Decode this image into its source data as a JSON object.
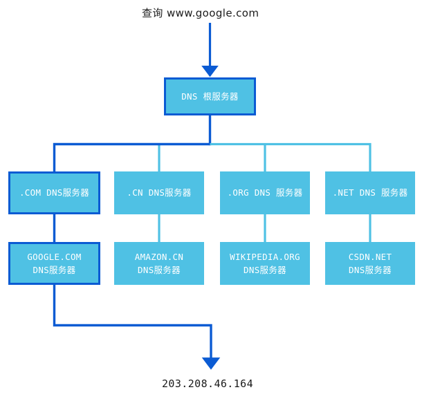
{
  "diagram": {
    "title_query": "查询 www.google.com",
    "result_ip": "203.208.46.164",
    "colors": {
      "node_fill": "#4FC1E4",
      "active_path": "#0B5BD3",
      "inactive_path": "#4FC1E4",
      "node_text": "#FFFFFF",
      "caption_text": "#1A1A1A",
      "background": "#FFFFFF"
    },
    "root": {
      "label": "DNS 根服务器",
      "highlighted": true
    },
    "tld_row": [
      {
        "label": ".COM DNS服务器",
        "highlighted": true
      },
      {
        "label": ".CN DNS服务器",
        "highlighted": false
      },
      {
        "label": ".ORG DNS 服务器",
        "highlighted": false
      },
      {
        "label": ".NET DNS 服务器",
        "highlighted": false
      }
    ],
    "authoritative_row": [
      {
        "line1": "GOOGLE.COM",
        "line2": "DNS服务器",
        "highlighted": true
      },
      {
        "line1": "AMAZON.CN",
        "line2": "DNS服务器",
        "highlighted": false
      },
      {
        "line1": "WIKIPEDIA.ORG",
        "line2": "DNS服务器",
        "highlighted": false
      },
      {
        "line1": "CSDN.NET",
        "line2": "DNS服务器",
        "highlighted": false
      }
    ]
  }
}
